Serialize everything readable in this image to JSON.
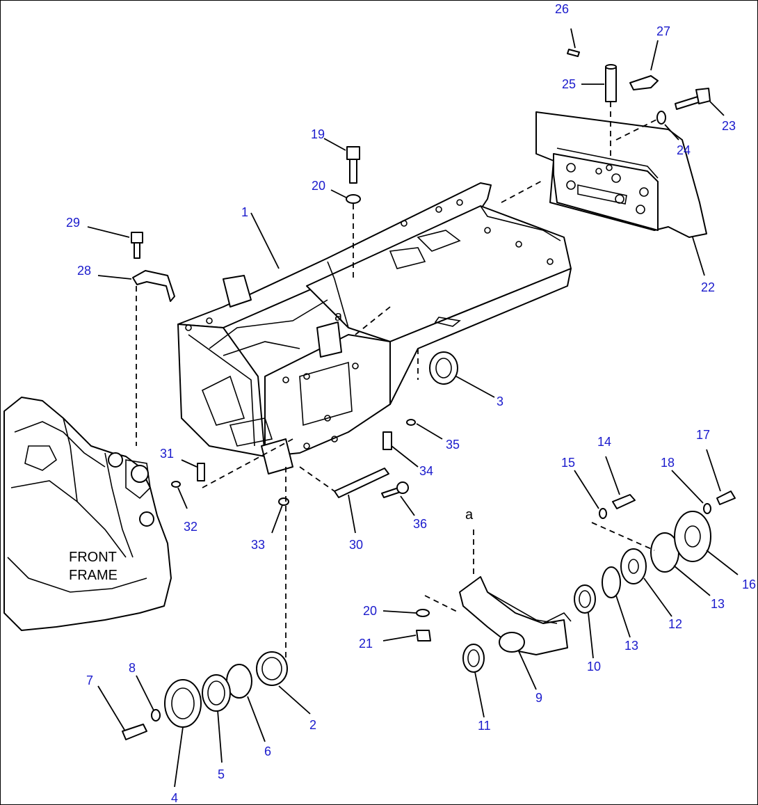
{
  "diagram": {
    "front_frame_label": [
      "FRONT",
      "FRAME"
    ],
    "alignment_marks": [
      "a",
      "a"
    ],
    "callouts": [
      {
        "text": "1"
      },
      {
        "text": "2"
      },
      {
        "text": "3"
      },
      {
        "text": "4"
      },
      {
        "text": "5"
      },
      {
        "text": "6"
      },
      {
        "text": "7"
      },
      {
        "text": "8"
      },
      {
        "text": "9"
      },
      {
        "text": "10"
      },
      {
        "text": "11"
      },
      {
        "text": "12"
      },
      {
        "text": "13"
      },
      {
        "text": "13"
      },
      {
        "text": "14"
      },
      {
        "text": "15"
      },
      {
        "text": "16"
      },
      {
        "text": "17"
      },
      {
        "text": "18"
      },
      {
        "text": "19"
      },
      {
        "text": "20"
      },
      {
        "text": "20"
      },
      {
        "text": "21"
      },
      {
        "text": "22"
      },
      {
        "text": "23"
      },
      {
        "text": "24"
      },
      {
        "text": "25"
      },
      {
        "text": "26"
      },
      {
        "text": "27"
      },
      {
        "text": "28"
      },
      {
        "text": "29"
      },
      {
        "text": "30"
      },
      {
        "text": "31"
      },
      {
        "text": "32"
      },
      {
        "text": "33"
      },
      {
        "text": "34"
      },
      {
        "text": "35"
      },
      {
        "text": "36"
      }
    ]
  }
}
